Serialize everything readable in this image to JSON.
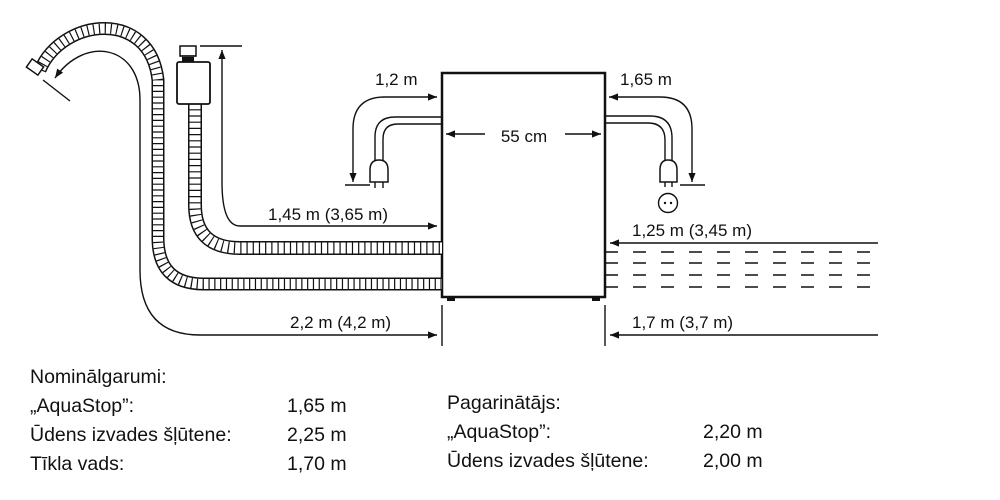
{
  "diagram": {
    "width_label": "55 cm",
    "cable_left_label": "1,2 m",
    "cable_right_label": "1,65 m",
    "inlet_left_label": "1,45 m (3,65 m)",
    "drain_left_label": "2,2 m (4,2 m)",
    "inlet_right_label": "1,25 m (3,45 m)",
    "drain_right_label": "1,7 m (3,7 m)"
  },
  "nominal": {
    "title": "Nominālgarumi:",
    "rows": [
      {
        "label": "„AquaStop”:",
        "value": "1,65 m"
      },
      {
        "label": "Ūdens izvades šļūtene:",
        "value": "2,25 m"
      },
      {
        "label": "Tīkla vads:",
        "value": "1,70 m"
      }
    ]
  },
  "extension": {
    "title": "Pagarinātājs:",
    "rows": [
      {
        "label": "„AquaStop”:",
        "value": "2,20 m"
      },
      {
        "label": "Ūdens izvades šļūtene:",
        "value": "2,00 m"
      }
    ]
  }
}
